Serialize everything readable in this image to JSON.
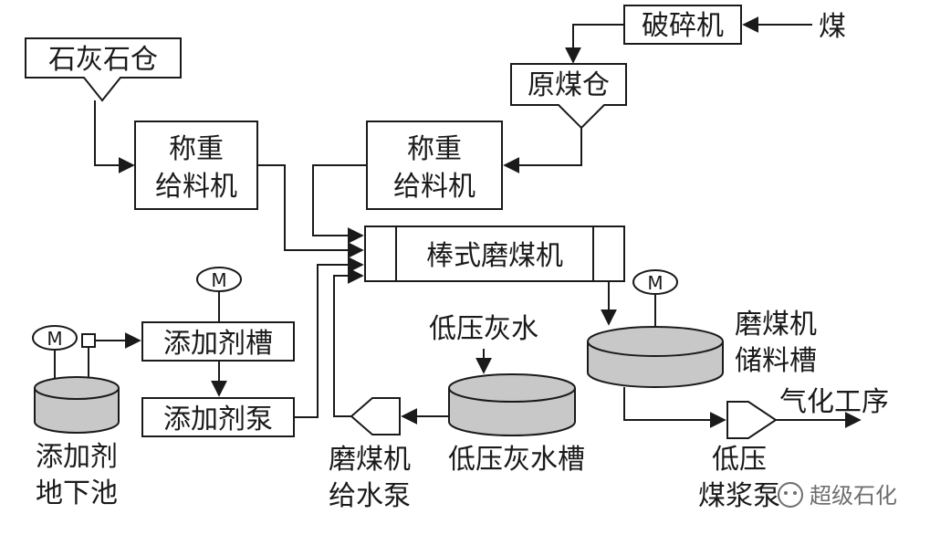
{
  "colors": {
    "line": "#1a1a1a",
    "tank_fill": "#c8c8c8",
    "watermark": "#555555"
  },
  "nodes": {
    "limestone_bin": "石灰石仓",
    "crusher": "破碎机",
    "coal_input": "煤",
    "raw_coal_bin": "原煤仓",
    "weigh_feeder_left": {
      "line1": "称重",
      "line2": "给料机"
    },
    "weigh_feeder_right": {
      "line1": "称重",
      "line2": "给料机"
    },
    "rod_mill": "棒式磨煤机",
    "additive_tank": "添加剂槽",
    "additive_pump": "添加剂泵",
    "low_pressure_ash_water": "低压灰水",
    "low_pressure_ash_water_tank": "低压灰水槽",
    "mill_water_pump": {
      "line1": "磨煤机",
      "line2": "给水泵"
    },
    "mill_storage_tank": {
      "line1": "磨煤机",
      "line2": "储料槽"
    },
    "gasification": "气化工序",
    "low_pressure_slurry_pump": {
      "line1": "低压",
      "line2": "煤浆泵"
    },
    "additive_sump": {
      "line1": "添加剂",
      "line2": "地下池"
    },
    "motor_symbol": "M"
  },
  "watermark": {
    "text": "超级石化",
    "icon": "wechat-icon"
  }
}
